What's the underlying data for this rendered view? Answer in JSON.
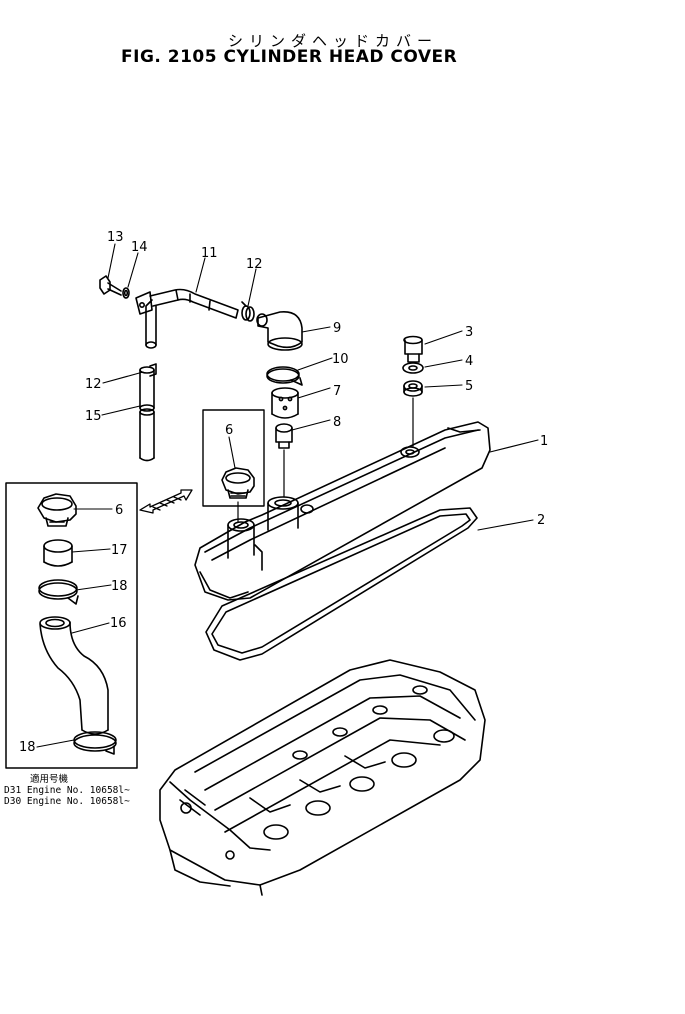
{
  "title": {
    "japanese": "シリンダヘッドカバー",
    "english": "FIG. 2105  CYLINDER HEAD COVER"
  },
  "callouts": [
    "1",
    "2",
    "3",
    "4",
    "5",
    "6",
    "7",
    "8",
    "9",
    "10",
    "11",
    "12",
    "13",
    "14",
    "15",
    "6",
    "17",
    "18",
    "16",
    "18",
    "12"
  ],
  "serial": {
    "header": "適用号機",
    "lines": [
      "D31  Engine  No. 10658l~",
      "D30  Engine  No. 10658l~"
    ]
  }
}
